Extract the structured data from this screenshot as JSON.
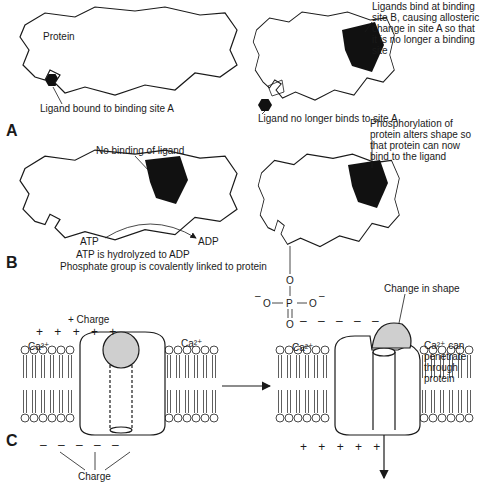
{
  "diagram": {
    "nodes": [
      {
        "text": [
          "Protein"
        ]
      }
    ],
    "labels": [
      "A",
      "Ligand bound to binding site A",
      "Ligands bind at binding site B, causing allosteric change in site A so that it is no longer a binding site",
      "Ligand no longer binds to site A",
      "No binding of ligand",
      "Phosphorylation of protein alters shape so that protein can now bind to the ligand",
      "ATP",
      "ADP",
      "ATP is hydrolyzed to ADP",
      "Phosphate group is covalently linked to protein",
      "B",
      "O",
      "–",
      "O",
      "P",
      "O",
      "–",
      "O",
      "+ Charge",
      "+ + + + +",
      "Ca²⁺",
      "Ca²⁺",
      "Change in shape",
      "Ca²⁺",
      "Ca²⁺ can penetrate through protein",
      "C",
      "– – – – –",
      "– – – – –",
      "Charge",
      "+ + + + +"
    ]
  }
}
